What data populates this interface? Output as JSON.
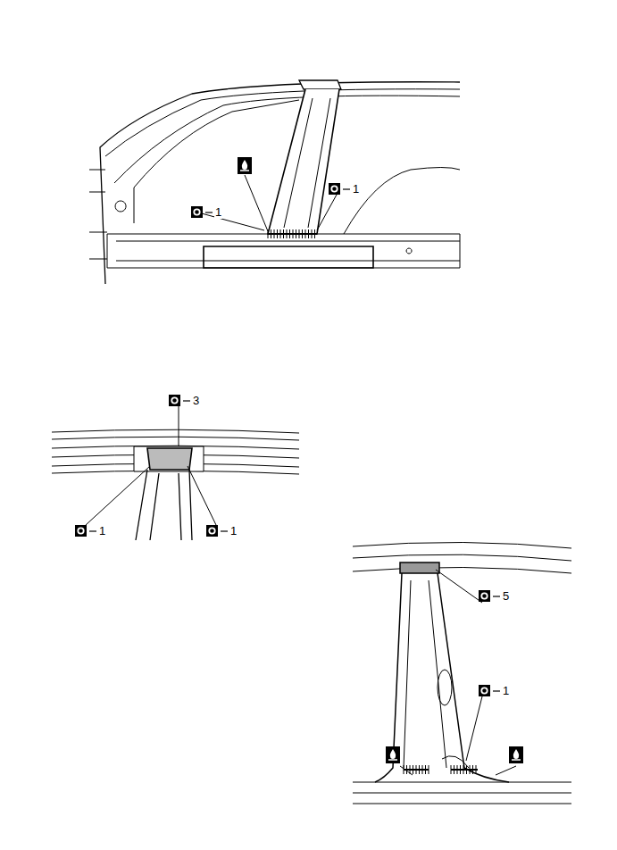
{
  "diagram": {
    "labels": [
      "1",
      "1",
      "3",
      "1",
      "1",
      "5",
      "1"
    ]
  }
}
